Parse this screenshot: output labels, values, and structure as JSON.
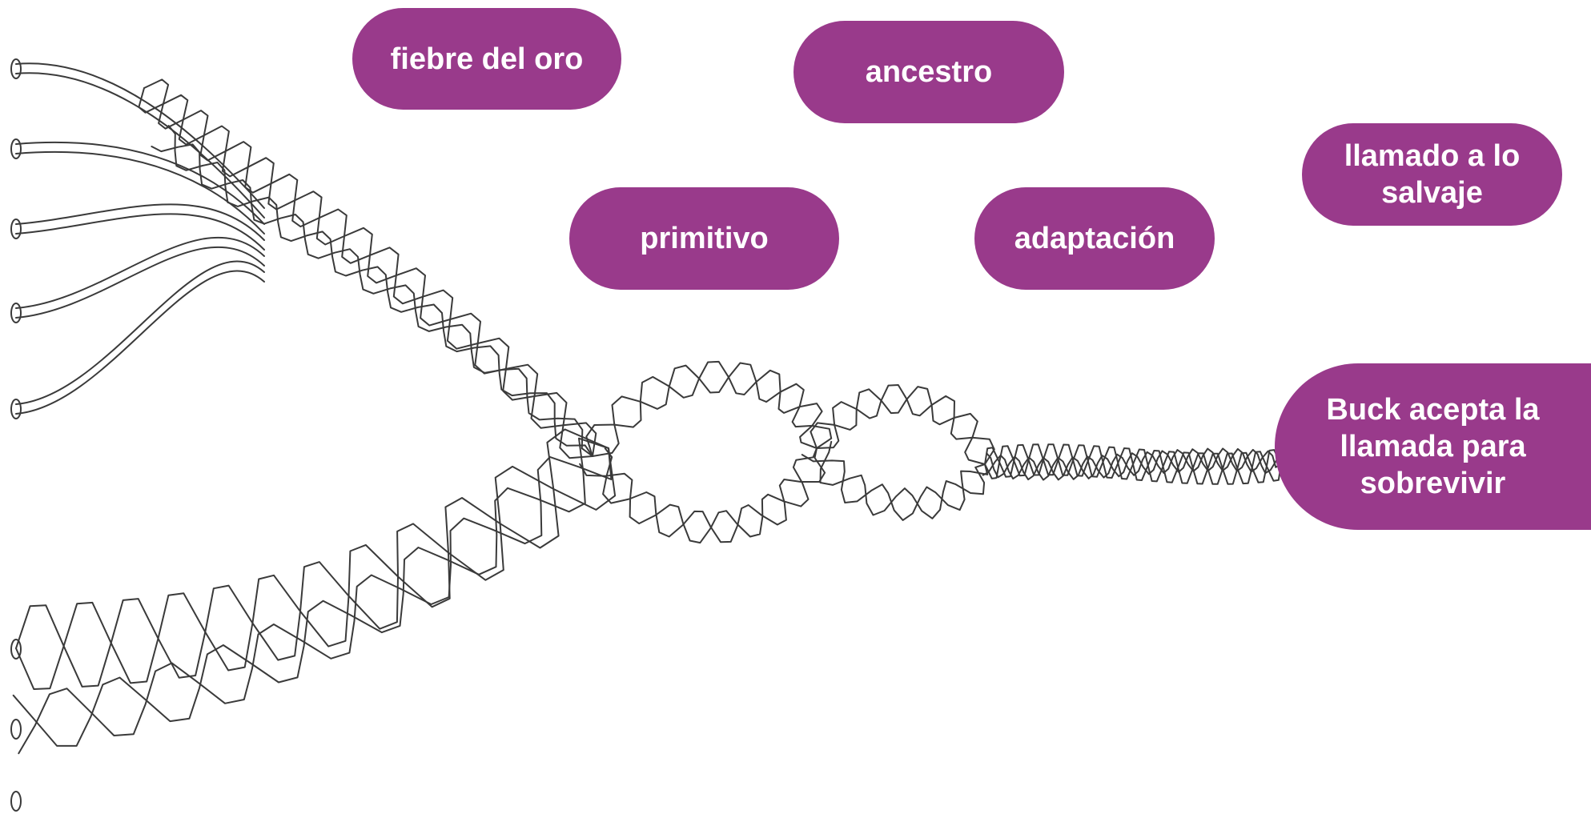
{
  "tags": [
    {
      "label": "fiebre del oro"
    },
    {
      "label": "ancestro"
    },
    {
      "label": "llamado a lo salvaje"
    },
    {
      "label": "primitivo"
    },
    {
      "label": "adaptación"
    },
    {
      "label": "Buck acepta la llamada para sobrevivir"
    }
  ],
  "colors": {
    "tag_fill": "#993a8b",
    "tag_text": "#ffffff",
    "rope_stroke": "#3a3a3a"
  },
  "icons": [
    "braided-rope-illustration"
  ]
}
